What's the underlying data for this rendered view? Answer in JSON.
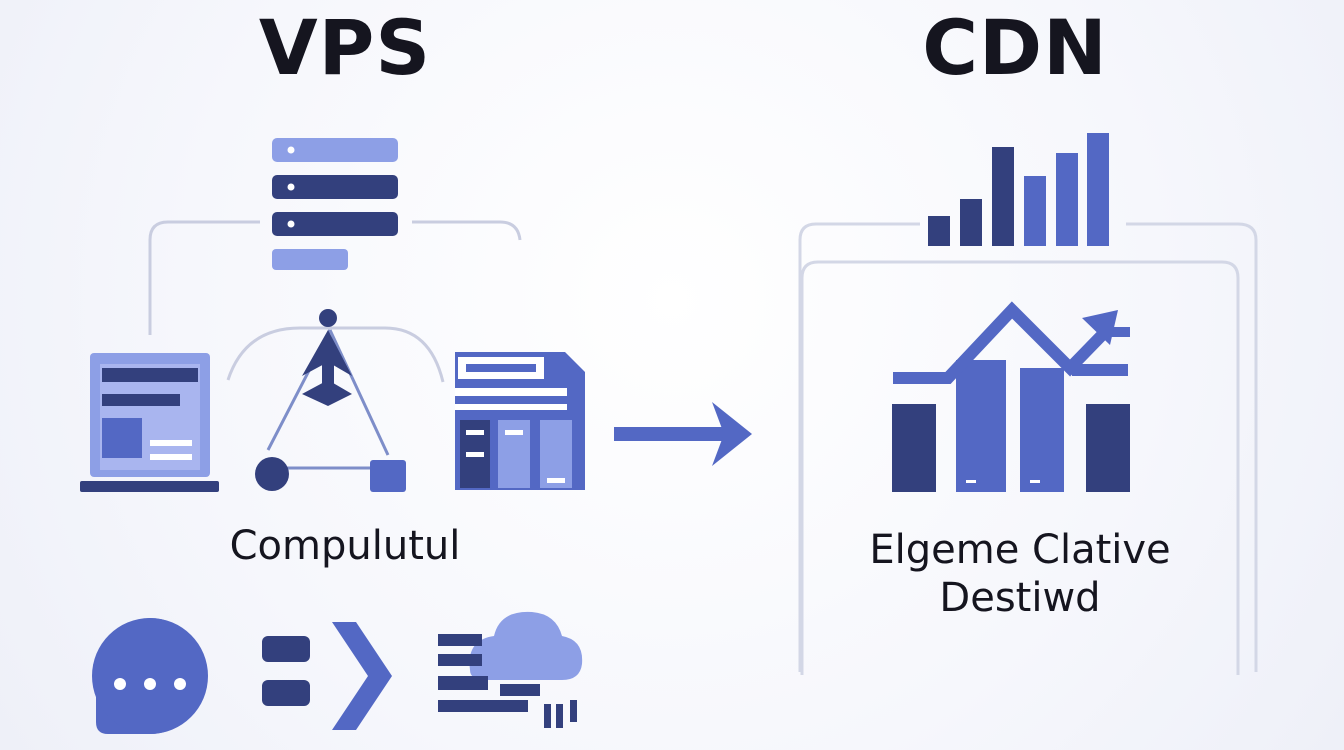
{
  "titles": {
    "vps": "VPS",
    "cdn": "CDN"
  },
  "captions": {
    "vps": "Compulutul",
    "cdn_line1": "Elgeme Clative",
    "cdn_line2": "Destiwd"
  },
  "colors": {
    "navy": "#33407d",
    "medium": "#5368c4",
    "light": "#8d9fe6",
    "line": "#c9cde0",
    "text": "#15151f"
  },
  "icons": [
    "server-stack-icon",
    "laptop-icon",
    "network-node-icon",
    "filing-cabinet-icon",
    "arrow-right-icon",
    "bar-chart-icon",
    "growth-chart-icon",
    "chat-bubble-icon",
    "chevron-right-icon",
    "cloud-storage-icon"
  ]
}
